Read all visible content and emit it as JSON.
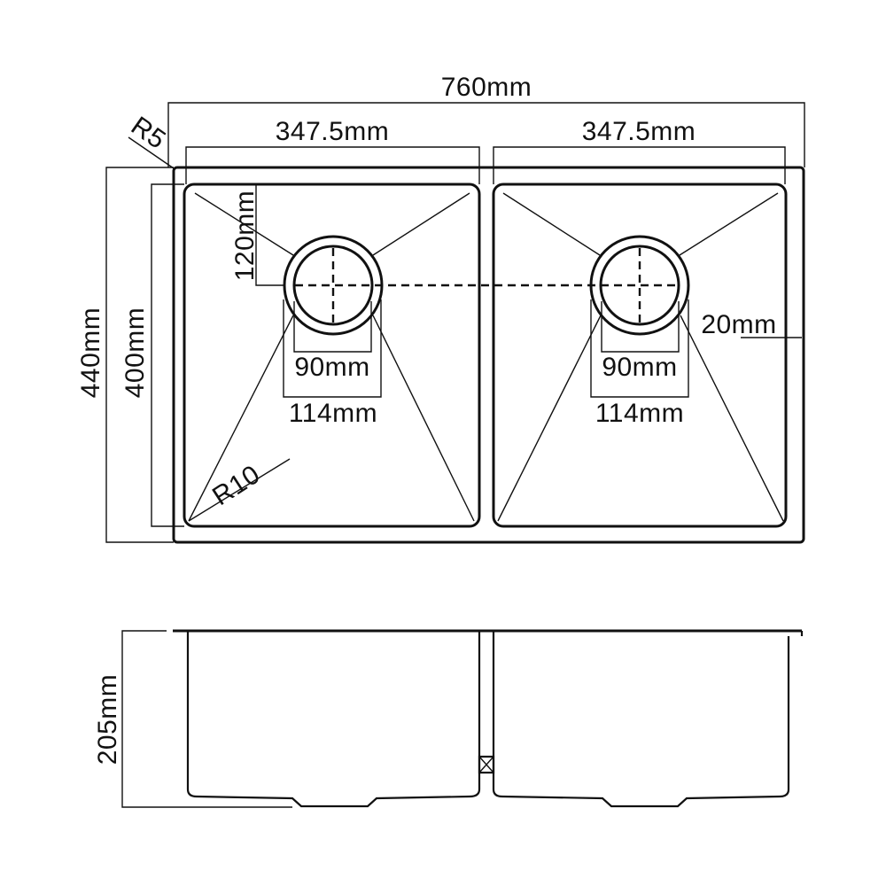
{
  "top_view": {
    "overall_width": "760mm",
    "left_bowl_width": "347.5mm",
    "right_bowl_width": "347.5mm",
    "overall_depth": "440mm",
    "bowl_depth": "400mm",
    "corner_radius_outer": "R5",
    "corner_radius_bowl": "R10",
    "drain_offset": "120mm",
    "left_drain_inner": "90mm",
    "left_drain_outer": "114mm",
    "right_drain_inner": "90mm",
    "right_drain_outer": "114mm",
    "rim_width": "20mm"
  },
  "side_view": {
    "height": "205mm"
  },
  "colors": {
    "line": "#111111",
    "background": "#ffffff"
  }
}
